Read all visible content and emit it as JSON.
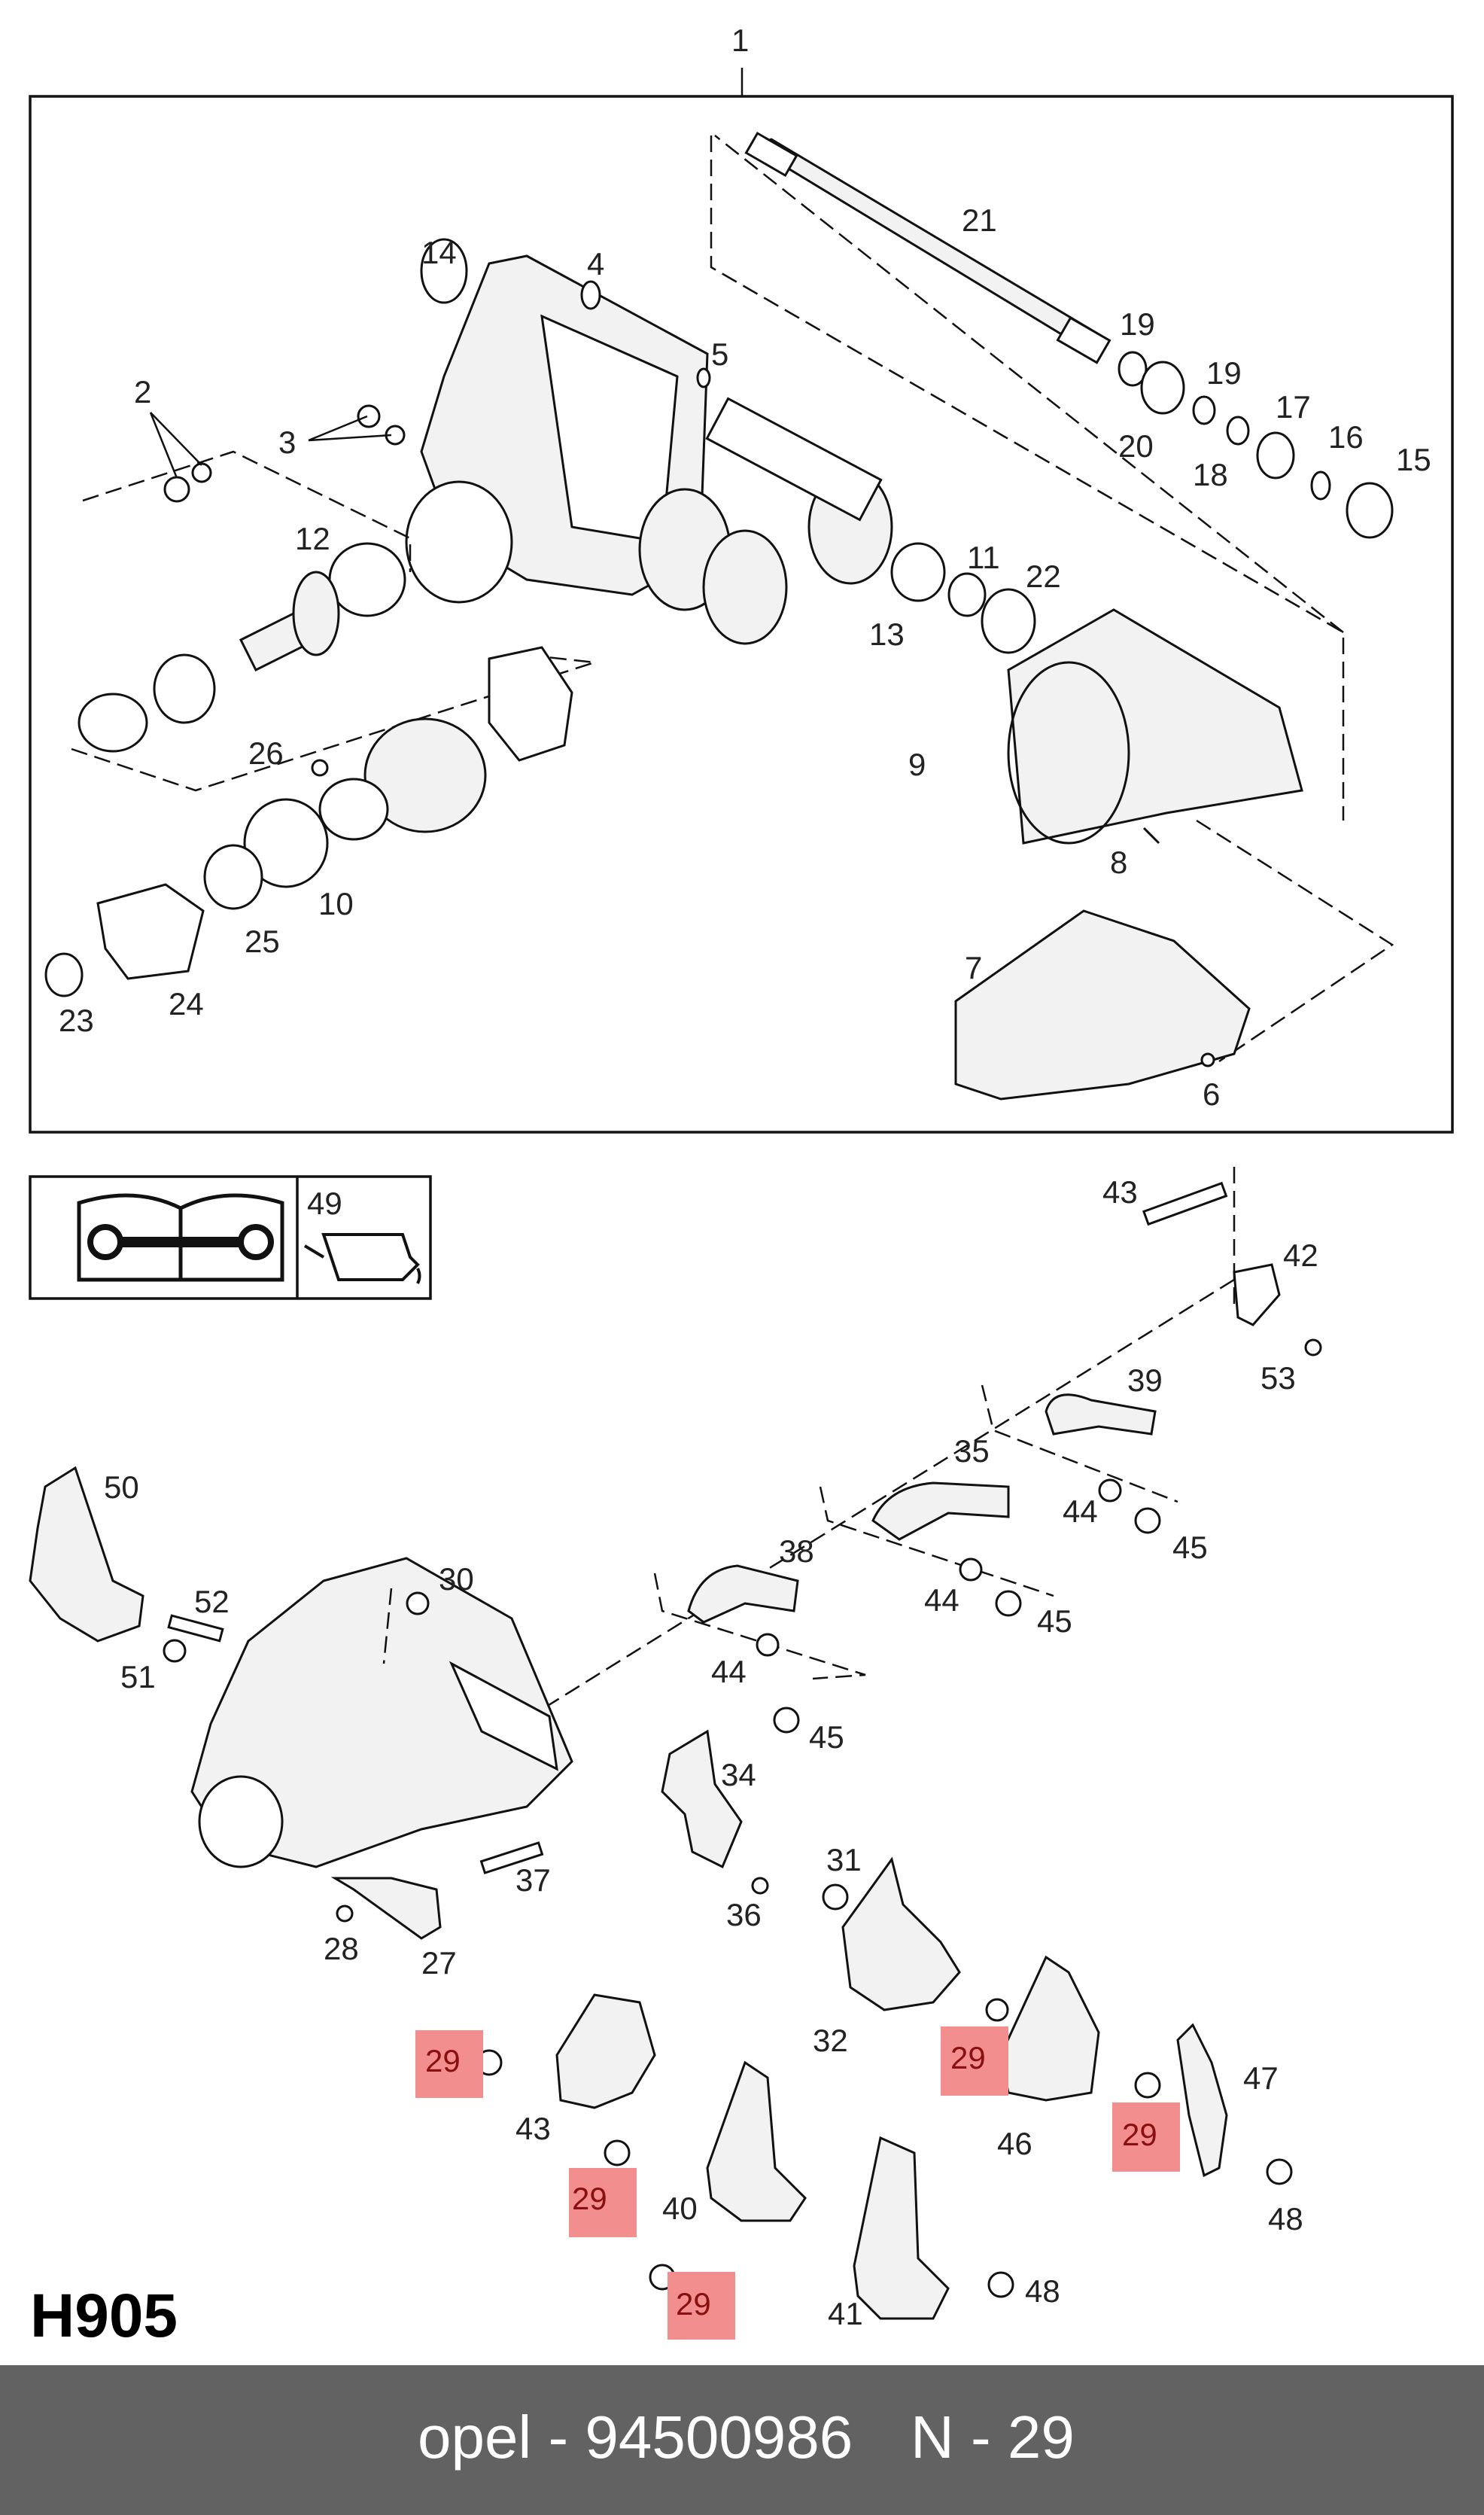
{
  "diagram": {
    "code": "H905",
    "assembly_label": "1",
    "manual_oil_label": "49",
    "upper_labels": [
      "21",
      "19",
      "19",
      "20",
      "18",
      "17",
      "16",
      "15",
      "14",
      "4",
      "5",
      "2",
      "3",
      "12",
      "11",
      "22",
      "13",
      "9",
      "26",
      "8",
      "10",
      "25",
      "23",
      "24",
      "7",
      "6"
    ],
    "lower_labels": [
      "43",
      "42",
      "53",
      "39",
      "44",
      "45",
      "35",
      "44",
      "45",
      "38",
      "44",
      "45",
      "50",
      "52",
      "51",
      "30",
      "34",
      "37",
      "36",
      "28",
      "27",
      "31",
      "32",
      "43",
      "40",
      "41",
      "46",
      "47",
      "48",
      "48"
    ],
    "highlighted_part": "29"
  },
  "footer": {
    "brand_text": "opel - 94500986",
    "part_text": "N - 29"
  },
  "colors": {
    "highlight": "#f28e8e",
    "footer_bg": "#626262"
  }
}
